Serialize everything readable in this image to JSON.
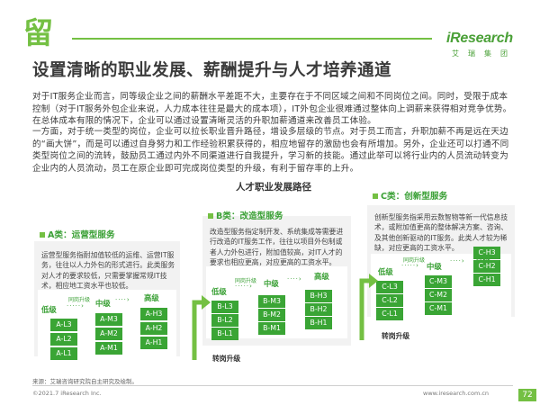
{
  "header": {
    "section_char": "留",
    "logo_text": "iResearch",
    "logo_sub": "艾瑞集团"
  },
  "title": "设置清晰的职业发展、薪酬提升与人才培养通道",
  "paragraphs": [
    "对于IT服务企业而言，同等级企业之间的薪酬水平差距不大，主要存在于不同区域之间和不同岗位之间。同时，受限于成本控制（对于IT服务外包企业来说，人力成本往往是最大的成本项），IT外包企业很难通过整体向上调薪来获得相对竞争优势。在总体成本有限的情况下，企业可以通过设置清晰灵活的升职加薪通道来改善员工体验。",
    "一方面，对于统一类型的岗位，企业可以拉长职业晋升路径，增设多层级的节点。对于员工而言，升职加薪不再是远在天边的“画大饼”，而是可以通过自身努力和工作经验积累获得的，相应地留存的激励也会有所增加。另外，企业还可以打通不同类型岗位之间的流转，鼓励员工通过内外不同渠道进行自我提升，学习新的技能。通过此举可以将行业内的人员流动转变为企业内的人员流动，员工在原企业即可完成岗位类型的升级，有利于留存率的上升。"
  ],
  "diagram": {
    "title": "人才职业发展路径",
    "promotion_label": "转岗升级",
    "same_post_note": "同岗升级",
    "level_labels": {
      "low": "低级",
      "mid": "中级",
      "high": "高级"
    },
    "types": [
      {
        "title": "A类：运营型服务",
        "desc": "运营型服务指耐加值较低的运维、运营IT服务，往往以人力外包的形式进行。此类服务对人才的要求较低，只需要掌握常规IT技术，相应地工资水平也较低。",
        "low": [
          "A-L3",
          "A-L2",
          "A-L1"
        ],
        "mid": [
          "A-M3",
          "A-M2",
          "A-M1"
        ],
        "high": [
          "A-H3",
          "A-H2",
          "A-H1"
        ]
      },
      {
        "title": "B类：改造型服务",
        "desc": "改造型服务指定制开发、系统集成等需要进行改造的IT服务工作，往往以项目外包制或者人力外包进行，附加值较高，对IT人才的要求也相应更高，对应更高的工资水平。",
        "low": [
          "B-L3",
          "B-L2",
          "B-L1"
        ],
        "mid": [
          "B-M3",
          "B-M2",
          "B-M1"
        ],
        "high": [
          "B-H3",
          "B-H2",
          "B-H1"
        ]
      },
      {
        "title": "C类：创新型服务",
        "desc": "创新型服务指采用云数智物等新一代信息技术，或附加值更高的整体解决方案、咨询、及其他创新驱动的IT服务。此类人才较为稀缺，对应更高的工资水平。",
        "low": [
          "C-L3",
          "C-L2",
          "C-L1"
        ],
        "mid": [
          "C-M3",
          "C-M2",
          "C-M1"
        ],
        "high": [
          "C-H3",
          "C-H2",
          "C-H1"
        ]
      }
    ]
  },
  "source": "来源：艾瑞咨询研究院自主研究及绘制。",
  "footer": {
    "copyright": "©2021.7 iResearch Inc.",
    "url": "www.iresearch.com.cn",
    "page": "72"
  },
  "colors": {
    "accent": "#74c043",
    "cell": "#3aa535",
    "box_bg": "#f2f2f2"
  }
}
